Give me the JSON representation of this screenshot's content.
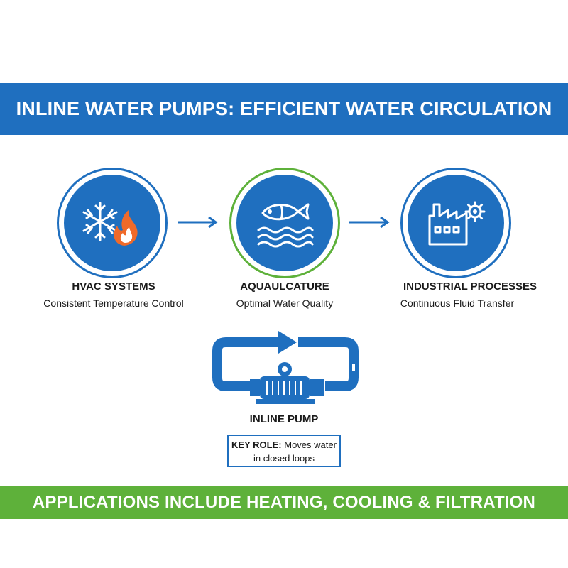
{
  "header": {
    "title": "INLINE WATER PUMPS: EFFICIENT WATER CIRCULATION"
  },
  "steps": [
    {
      "title": "HVAC SYSTEMS",
      "subtitle": "Consistent Temperature Control",
      "icon": "snowflake-flame-icon"
    },
    {
      "title": "AQUAULCATURE",
      "subtitle": "Optimal Water Quality",
      "icon": "fish-waves-icon"
    },
    {
      "title": "INDUSTRIAL PROCESSES",
      "subtitle": "Continuous Fluid Transfer",
      "icon": "factory-gear-icon"
    }
  ],
  "pump": {
    "label": "INLINE PUMP",
    "key_role_label": "KEY ROLE:",
    "key_role_text_1": "Moves water",
    "key_role_text_2": "in closed loops",
    "icon": "pump-loop-icon"
  },
  "footer": {
    "text": "APPLICATIONS INCLUDE HEATING, COOLING & FILTRATION"
  },
  "colors": {
    "primary_blue": "#1f6fbf",
    "accent_green": "#5eb13a",
    "flame_orange": "#ef6a2a"
  }
}
